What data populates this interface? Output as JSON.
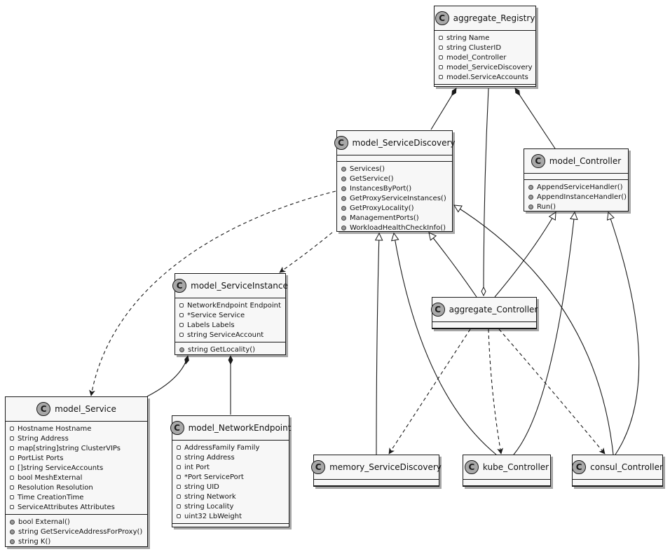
{
  "classes": {
    "aggregate_Registry": {
      "badge": "C",
      "name": "aggregate_Registry",
      "fields": [
        "string Name",
        "string ClusterID",
        "model_Controller",
        "model_ServiceDiscovery",
        "model.ServiceAccounts"
      ],
      "methods": []
    },
    "model_ServiceDiscovery": {
      "badge": "C",
      "name": "model_ServiceDiscovery",
      "fields": [],
      "methods": [
        "Services()",
        "GetService()",
        "InstancesByPort()",
        "GetProxyServiceInstances()",
        "GetProxyLocality()",
        "ManagementPorts()",
        "WorkloadHealthCheckInfo()"
      ]
    },
    "model_Controller": {
      "badge": "C",
      "name": "model_Controller",
      "fields": [],
      "methods": [
        "AppendServiceHandler()",
        "AppendInstanceHandler()",
        "Run()"
      ]
    },
    "model_ServiceInstance": {
      "badge": "C",
      "name": "model_ServiceInstance",
      "fields": [
        "NetworkEndpoint Endpoint",
        "*Service  Service",
        "Labels Labels",
        "string ServiceAccount"
      ],
      "methods": [
        "string GetLocality()"
      ]
    },
    "aggregate_Controller": {
      "badge": "C",
      "name": "aggregate_Controller",
      "fields": [],
      "methods": []
    },
    "model_Service": {
      "badge": "C",
      "name": "model_Service",
      "fields": [
        "Hostname Hostname",
        "String Address",
        "map[string]string ClusterVIPs",
        "PortList Ports",
        "[]string ServiceAccounts",
        "bool MeshExternal",
        "Resolution Resolution",
        "Time CreationTime",
        "ServiceAttributes Attributes"
      ],
      "methods": [
        "bool External()",
        "string GetServiceAddressForProxy()",
        "string K()"
      ]
    },
    "model_NetworkEndpoint": {
      "badge": "C",
      "name": "model_NetworkEndpoint",
      "fields": [
        "AddressFamily Family",
        "string Address",
        "int Port",
        "*Port ServicePort",
        "string UID",
        "string Network",
        "string Locality",
        "uint32 LbWeight"
      ],
      "methods": []
    },
    "memory_ServiceDiscovery": {
      "badge": "C",
      "name": "memory_ServiceDiscovery",
      "fields": [],
      "methods": []
    },
    "kube_Controller": {
      "badge": "C",
      "name": "kube_Controller",
      "fields": [],
      "methods": []
    },
    "consul_Controller": {
      "badge": "C",
      "name": "consul_Controller",
      "fields": [],
      "methods": []
    }
  },
  "relations": [
    {
      "from": "aggregate_Registry",
      "to": "model_ServiceDiscovery",
      "kind": "composition"
    },
    {
      "from": "aggregate_Registry",
      "to": "model_Controller",
      "kind": "composition"
    },
    {
      "from": "aggregate_Registry",
      "to": "aggregate_Controller",
      "kind": "aggregation"
    },
    {
      "from": "model_ServiceDiscovery",
      "to": "model_ServiceInstance",
      "kind": "dependency"
    },
    {
      "from": "model_ServiceDiscovery",
      "to": "model_Service",
      "kind": "dependency"
    },
    {
      "from": "model_ServiceInstance",
      "to": "model_Service",
      "kind": "composition"
    },
    {
      "from": "model_ServiceInstance",
      "to": "model_NetworkEndpoint",
      "kind": "composition"
    },
    {
      "from": "aggregate_Controller",
      "to": "model_ServiceDiscovery",
      "kind": "inheritance"
    },
    {
      "from": "aggregate_Controller",
      "to": "model_Controller",
      "kind": "inheritance"
    },
    {
      "from": "memory_ServiceDiscovery",
      "to": "model_ServiceDiscovery",
      "kind": "inheritance"
    },
    {
      "from": "kube_Controller",
      "to": "model_ServiceDiscovery",
      "kind": "inheritance"
    },
    {
      "from": "kube_Controller",
      "to": "model_Controller",
      "kind": "inheritance"
    },
    {
      "from": "consul_Controller",
      "to": "model_ServiceDiscovery",
      "kind": "inheritance"
    },
    {
      "from": "consul_Controller",
      "to": "model_Controller",
      "kind": "inheritance"
    },
    {
      "from": "aggregate_Controller",
      "to": "memory_ServiceDiscovery",
      "kind": "dependency"
    },
    {
      "from": "aggregate_Controller",
      "to": "kube_Controller",
      "kind": "dependency"
    },
    {
      "from": "aggregate_Controller",
      "to": "consul_Controller",
      "kind": "dependency"
    }
  ],
  "colors": {
    "line": "#1a1a1a",
    "box": "#f7f7f7",
    "badge": "#a8a8a8"
  }
}
